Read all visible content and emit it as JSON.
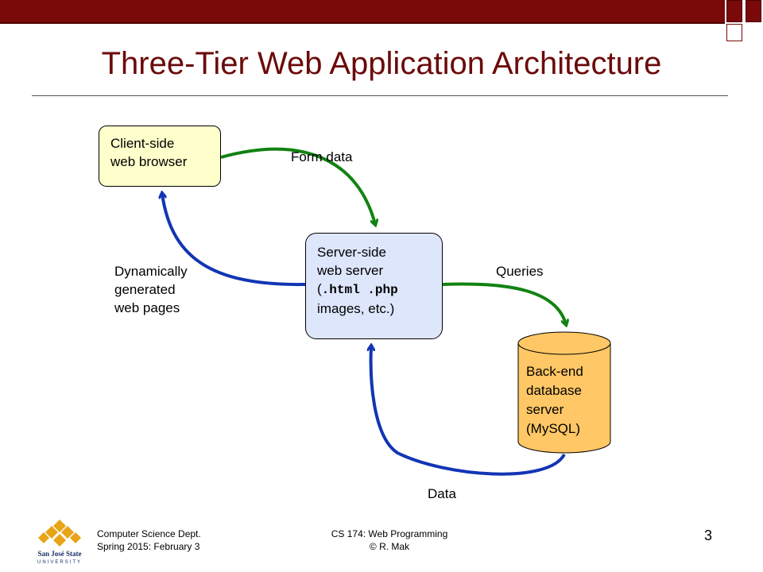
{
  "slide": {
    "title": "Three-Tier Web Application Architecture",
    "page_number": "3"
  },
  "diagram": {
    "client": {
      "line1": "Client-side",
      "line2": "web browser"
    },
    "server": {
      "line1": "Server-side",
      "line2": "web server",
      "line3_open": "(",
      "line3_code": ".html .php",
      "line4": "images, etc.)"
    },
    "database": {
      "line1": "Back-end",
      "line2": "database",
      "line3": "server",
      "line4": "(MySQL)"
    },
    "arrows": {
      "form_data": "Form data",
      "dynamic": {
        "line1": "Dynamically",
        "line2": "generated",
        "line3": "web pages"
      },
      "queries": "Queries",
      "data": "Data"
    },
    "colors": {
      "request": "#128212",
      "response": "#1235b4",
      "client_fill": "#ffffcc",
      "server_fill": "#dde6fb",
      "db_fill": "#ffc765"
    }
  },
  "footer": {
    "dept_line1": "Computer Science Dept.",
    "dept_line2": "Spring 2015: February 3",
    "course_line1": "CS 174: Web Programming",
    "course_line2": "© R. Mak",
    "logo_text1": "San José State",
    "logo_text2": "UNIVERSITY"
  }
}
